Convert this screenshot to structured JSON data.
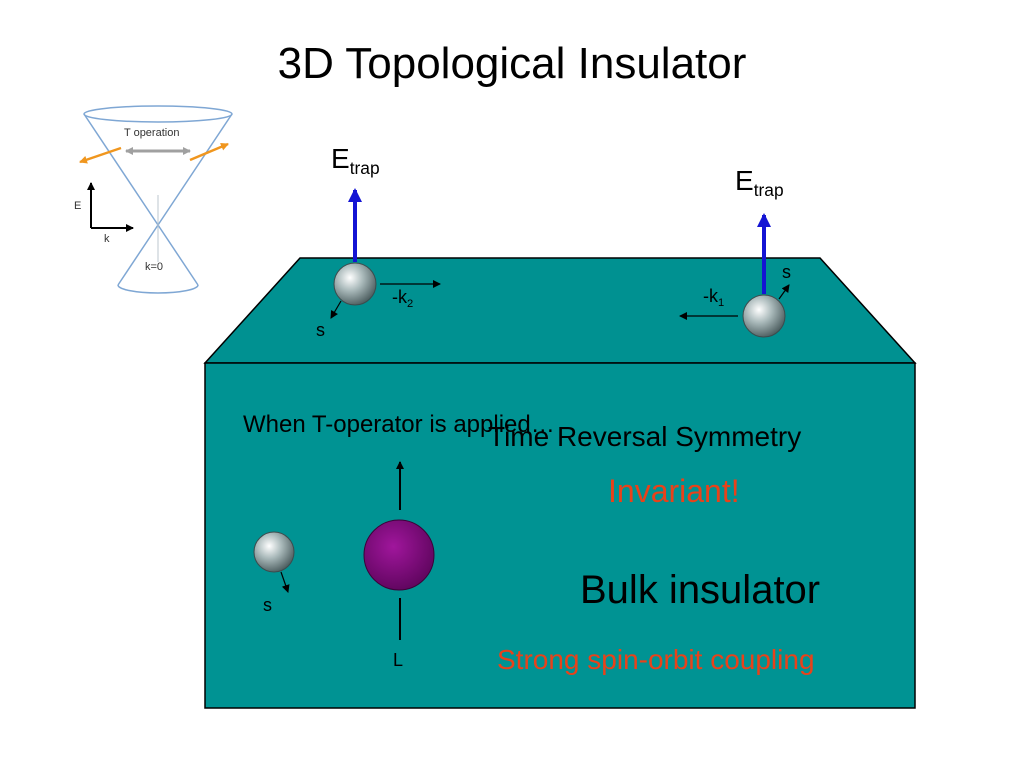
{
  "title": "3D Topological Insulator",
  "inset": {
    "t_operation": "T operation",
    "axis_e": "E",
    "axis_k": "k",
    "k0": "k=0"
  },
  "top_left": {
    "e_main": "E",
    "e_sub": "trap",
    "k_main": "-k",
    "k_sub": "2",
    "spin": "s"
  },
  "top_right": {
    "e_main": "E",
    "e_sub": "trap",
    "k_main": "-k",
    "k_sub": "1",
    "spin": "s"
  },
  "front": {
    "t_operator_text": "When T-operator is applied…",
    "trs_text": "Time Reversal Symmetry",
    "invariant": "Invariant!",
    "bulk": "Bulk insulator",
    "soc": "Strong spin-orbit coupling",
    "spin": "s",
    "orbital": "L"
  },
  "colors": {
    "slab_top": "#009191",
    "slab_front": "#009393",
    "field_arrow": "#1414d4",
    "electron": "#8c9b9c",
    "nucleus": "#800a7d",
    "highlight": "#e8421a",
    "cone_line": "#7fa7d4",
    "spin_arrow": "#f0961e"
  }
}
